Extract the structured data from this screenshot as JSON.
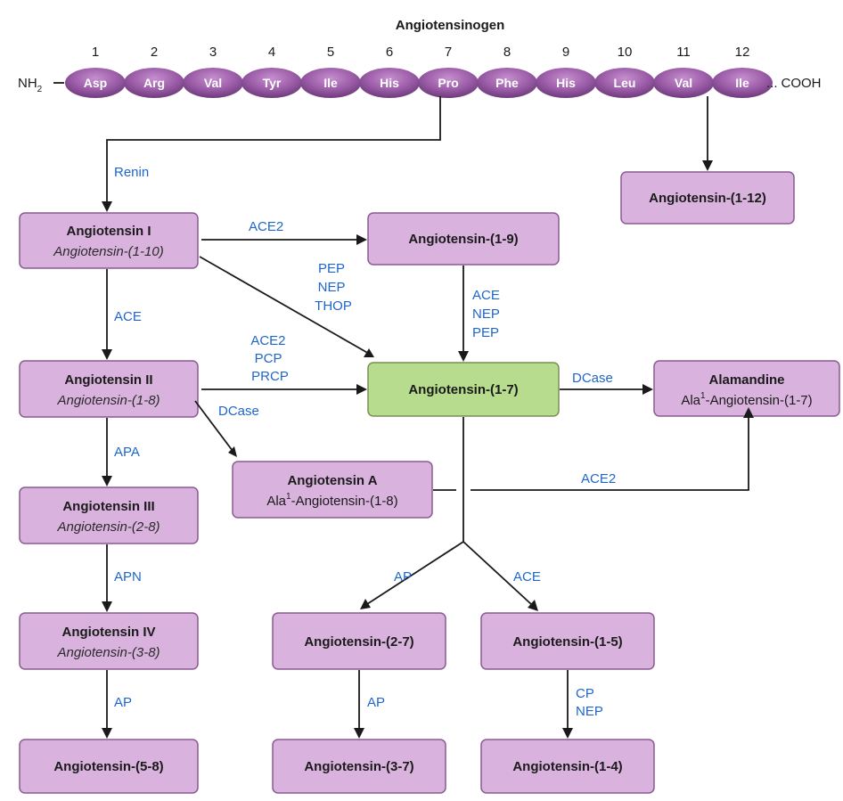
{
  "title": "Angiotensinogen",
  "peptide": {
    "n_terminus": "NH",
    "n_sub": "2",
    "c_terminus": "COOH",
    "c_ellipsis": "...",
    "residues": [
      {
        "pos": "1",
        "aa": "Asp"
      },
      {
        "pos": "2",
        "aa": "Arg"
      },
      {
        "pos": "3",
        "aa": "Val"
      },
      {
        "pos": "4",
        "aa": "Tyr"
      },
      {
        "pos": "5",
        "aa": "Ile"
      },
      {
        "pos": "6",
        "aa": "His"
      },
      {
        "pos": "7",
        "aa": "Pro"
      },
      {
        "pos": "8",
        "aa": "Phe"
      },
      {
        "pos": "9",
        "aa": "His"
      },
      {
        "pos": "10",
        "aa": "Leu"
      },
      {
        "pos": "11",
        "aa": "Val"
      },
      {
        "pos": "12",
        "aa": "Ile"
      }
    ]
  },
  "nodes": {
    "ang_1_12": {
      "name": "Angiotensin-(1-12)"
    },
    "ang_i": {
      "name": "Angiotensin I",
      "sub": "Angiotensin-(1-10)"
    },
    "ang_1_9": {
      "name": "Angiotensin-(1-9)"
    },
    "ang_ii": {
      "name": "Angiotensin II",
      "sub": "Angiotensin-(1-8)"
    },
    "ang_1_7": {
      "name": "Angiotensin-(1-7)"
    },
    "alamandine": {
      "name": "Alamandine",
      "sub_prefix": "Ala",
      "sub_sup": "1",
      "sub_rest": "-Angiotensin-(1-7)"
    },
    "ang_a": {
      "name": "Angiotensin A",
      "sub_prefix": "Ala",
      "sub_sup": "1",
      "sub_rest": "-Angiotensin-(1-8)"
    },
    "ang_iii": {
      "name": "Angiotensin III",
      "sub": "Angiotensin-(2-8)"
    },
    "ang_iv": {
      "name": "Angiotensin IV",
      "sub": "Angiotensin-(3-8)"
    },
    "ang_2_7": {
      "name": "Angiotensin-(2-7)"
    },
    "ang_1_5": {
      "name": "Angiotensin-(1-5)"
    },
    "ang_5_8": {
      "name": "Angiotensin-(5-8)"
    },
    "ang_3_7": {
      "name": "Angiotensin-(3-7)"
    },
    "ang_1_4": {
      "name": "Angiotensin-(1-4)"
    }
  },
  "enzymes": {
    "renin": "Renin",
    "ace2_top": "ACE2",
    "pep_nep_thop": [
      "PEP",
      "NEP",
      "THOP"
    ],
    "ace_nep_pep": [
      "ACE",
      "NEP",
      "PEP"
    ],
    "ace_left": "ACE",
    "ace2_pcp_prcp": [
      "ACE2",
      "PCP",
      "PRCP"
    ],
    "dcase_right": "DCase",
    "dcase_mid": "DCase",
    "apa": "APA",
    "ace2_bottom": "ACE2",
    "apn": "APN",
    "ap_branch": "AP",
    "ace_branch": "ACE",
    "ap_left": "AP",
    "ap_mid": "AP",
    "cp_nep": [
      "CP",
      "NEP"
    ]
  },
  "colors": {
    "node_fill": "#d9b3de",
    "highlight_fill": "#b7dc8e",
    "enzyme_text": "#1f66c9",
    "residue_fill": "#8e4f9a"
  }
}
